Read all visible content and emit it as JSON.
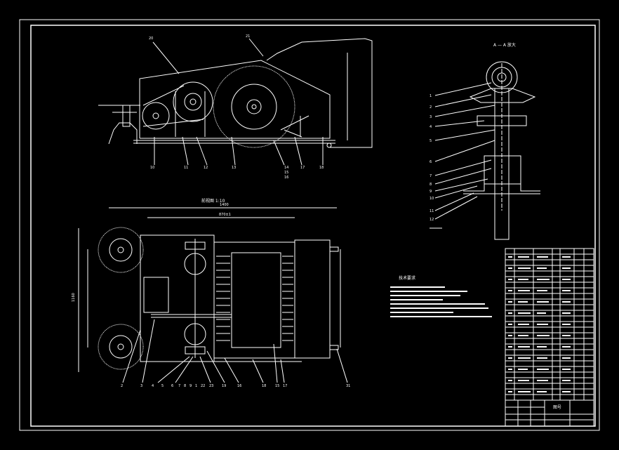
{
  "drawing": {
    "background": "#000000",
    "line_color": "#ffffff",
    "section_title": "A — A 放大",
    "plan_title": "前视图 1:10",
    "tech_notes_title": "技术要求",
    "title_block_mark": "图号",
    "dim_overall": "1400",
    "dim_side": "1160",
    "dim_mid": "870±1"
  }
}
